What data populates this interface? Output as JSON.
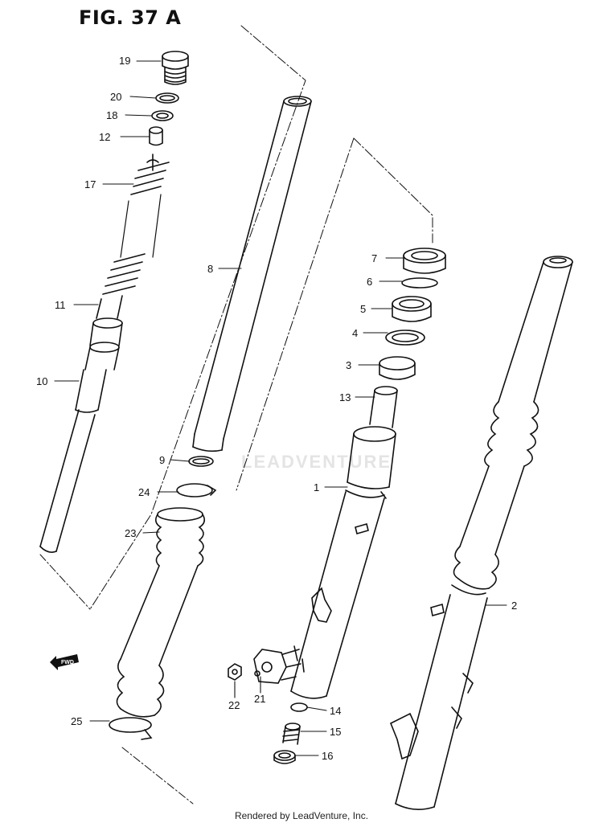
{
  "figure": {
    "title": "FIG. 37 A",
    "footer": "Rendered by LeadVenture, Inc.",
    "watermark": "LEADVENTURE",
    "fwd_label": "FWD"
  },
  "callouts": [
    {
      "id": "c19",
      "label": "19"
    },
    {
      "id": "c20",
      "label": "20"
    },
    {
      "id": "c18",
      "label": "18"
    },
    {
      "id": "c12",
      "label": "12"
    },
    {
      "id": "c17",
      "label": "17"
    },
    {
      "id": "c8",
      "label": "8"
    },
    {
      "id": "c11",
      "label": "11"
    },
    {
      "id": "c10",
      "label": "10"
    },
    {
      "id": "c9",
      "label": "9"
    },
    {
      "id": "c24",
      "label": "24"
    },
    {
      "id": "c23",
      "label": "23"
    },
    {
      "id": "c7",
      "label": "7"
    },
    {
      "id": "c6",
      "label": "6"
    },
    {
      "id": "c5",
      "label": "5"
    },
    {
      "id": "c4",
      "label": "4"
    },
    {
      "id": "c3",
      "label": "3"
    },
    {
      "id": "c13",
      "label": "13"
    },
    {
      "id": "c1",
      "label": "1"
    },
    {
      "id": "c2",
      "label": "2"
    },
    {
      "id": "c22",
      "label": "22"
    },
    {
      "id": "c21",
      "label": "21"
    },
    {
      "id": "c14",
      "label": "14"
    },
    {
      "id": "c15",
      "label": "15"
    },
    {
      "id": "c16",
      "label": "16"
    },
    {
      "id": "c25",
      "label": "25"
    }
  ]
}
